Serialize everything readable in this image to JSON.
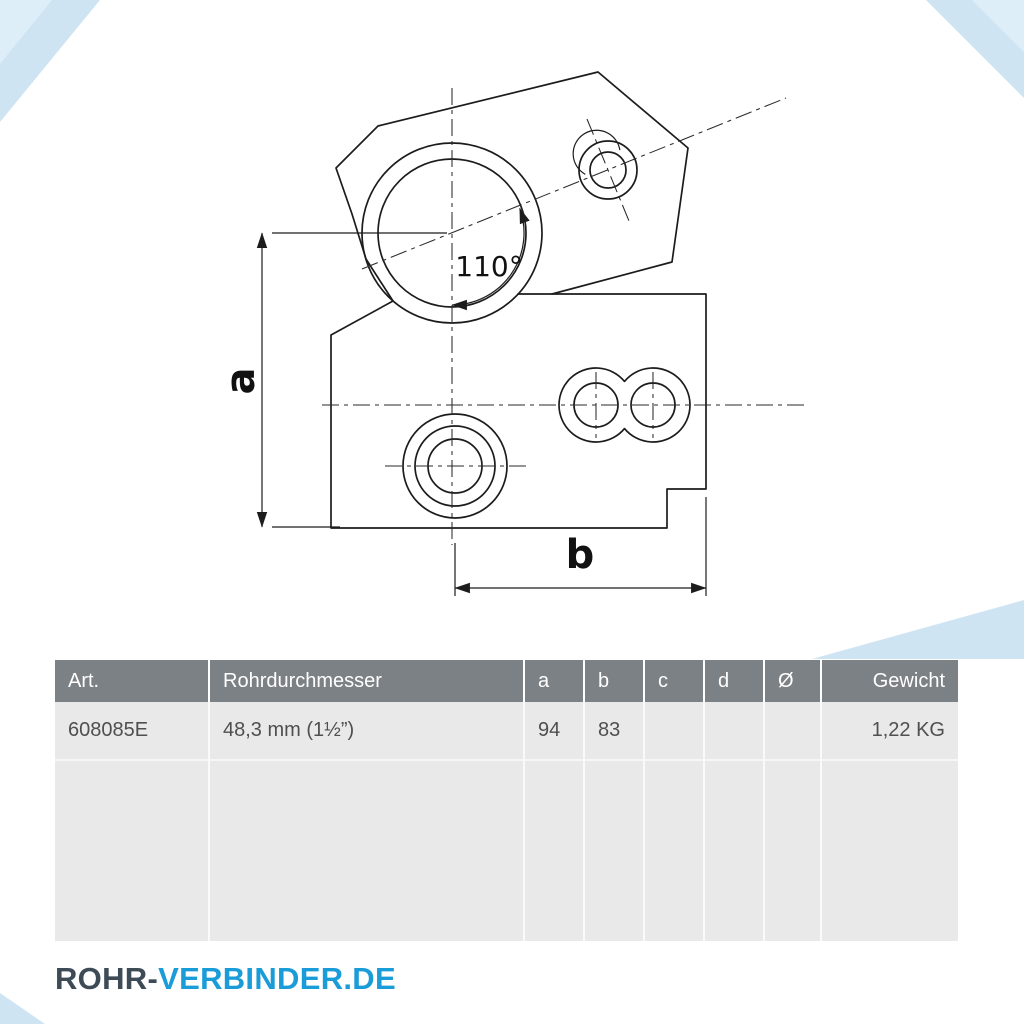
{
  "page": {
    "background": "#ffffff"
  },
  "decor": {
    "triangle_color": "#cfe4f2",
    "triangle_overlay_color": "#ddeef8"
  },
  "drawing": {
    "angle_label": "110°",
    "dim_a_label": "a",
    "dim_b_label": "b",
    "line_color": "#1c1c1c"
  },
  "table": {
    "headers": [
      "Art.",
      "Rohrdurchmesser",
      "a",
      "b",
      "c",
      "d",
      "Ø",
      "Gewicht"
    ],
    "row": {
      "art": "608085E",
      "rohrdurchmesser": "48,3 mm (1½”)",
      "a": "94",
      "b": "83",
      "c": "",
      "d": "",
      "diameter": "",
      "gewicht": "1,22 KG"
    },
    "header_bg": "#7c8186",
    "header_text_color": "#ffffff",
    "body_bg": "#e9e9e9",
    "body_text_color": "#4f4f4f"
  },
  "footer": {
    "brand_part1": "ROHR-",
    "brand_part2": "VERBINDER.DE",
    "brand_part1_color": "#3d4b57",
    "brand_part2_color": "#1a9cd8"
  }
}
